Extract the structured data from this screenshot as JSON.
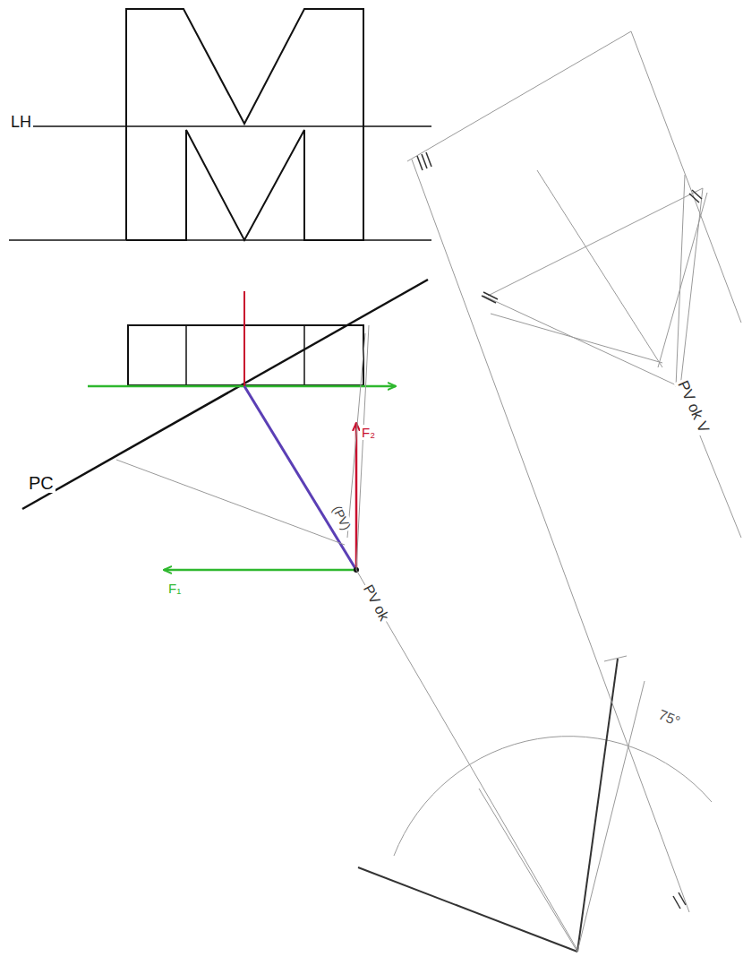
{
  "diagram": {
    "labels": [
      "LH",
      "PC",
      "F₂",
      "F₁",
      "(PV)",
      "PV ok",
      "PV ok V",
      "75°"
    ]
  }
}
